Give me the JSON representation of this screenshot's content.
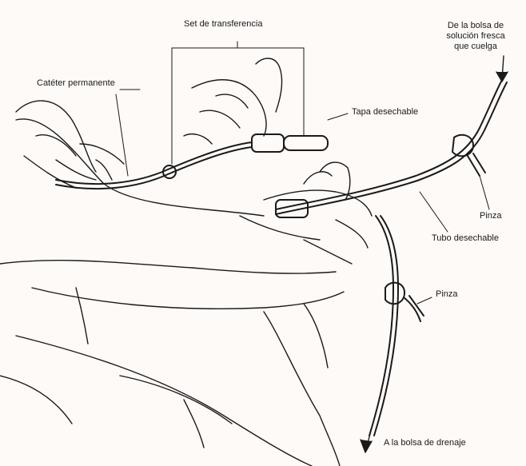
{
  "labels": {
    "set_transferencia": "Set de transferencia",
    "cateter_permanente": "Catéter permanente",
    "tapa_desechable": "Tapa desechable",
    "bolsa_solucion": [
      "De la bolsa de",
      "solución fresca",
      "que cuelga"
    ],
    "pinza_superior": "Pinza",
    "tubo_desechable": "Tubo desechable",
    "pinza_inferior": "Pinza",
    "bolsa_drenaje": "A la bolsa de drenaje"
  },
  "colors": {
    "ink": "#1a1a1a",
    "background": "#fdfaf8"
  }
}
